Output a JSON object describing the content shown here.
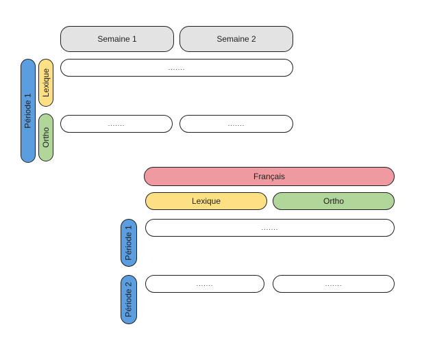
{
  "diagram1": {
    "semaine1": "Semaine 1",
    "semaine2": "Semaine 2",
    "periode1": "Période 1",
    "lexique": "Lexique",
    "ortho": "Ortho",
    "lexique_cell": ".......",
    "ortho_cell_1": ".......",
    "ortho_cell_2": "......."
  },
  "diagram2": {
    "francais": "Français",
    "lexique": "Lexique",
    "ortho": "Ortho",
    "periode1": "Période 1",
    "periode2": "Période 2",
    "periode1_cell": ".......",
    "periode2_cell_1": ".......",
    "periode2_cell_2": "......."
  },
  "colors": {
    "grey": "#e3e3e3",
    "yellow": "#fde083",
    "green": "#b1d69a",
    "red": "#ee9aa0",
    "blue": "#5b9ee0"
  }
}
